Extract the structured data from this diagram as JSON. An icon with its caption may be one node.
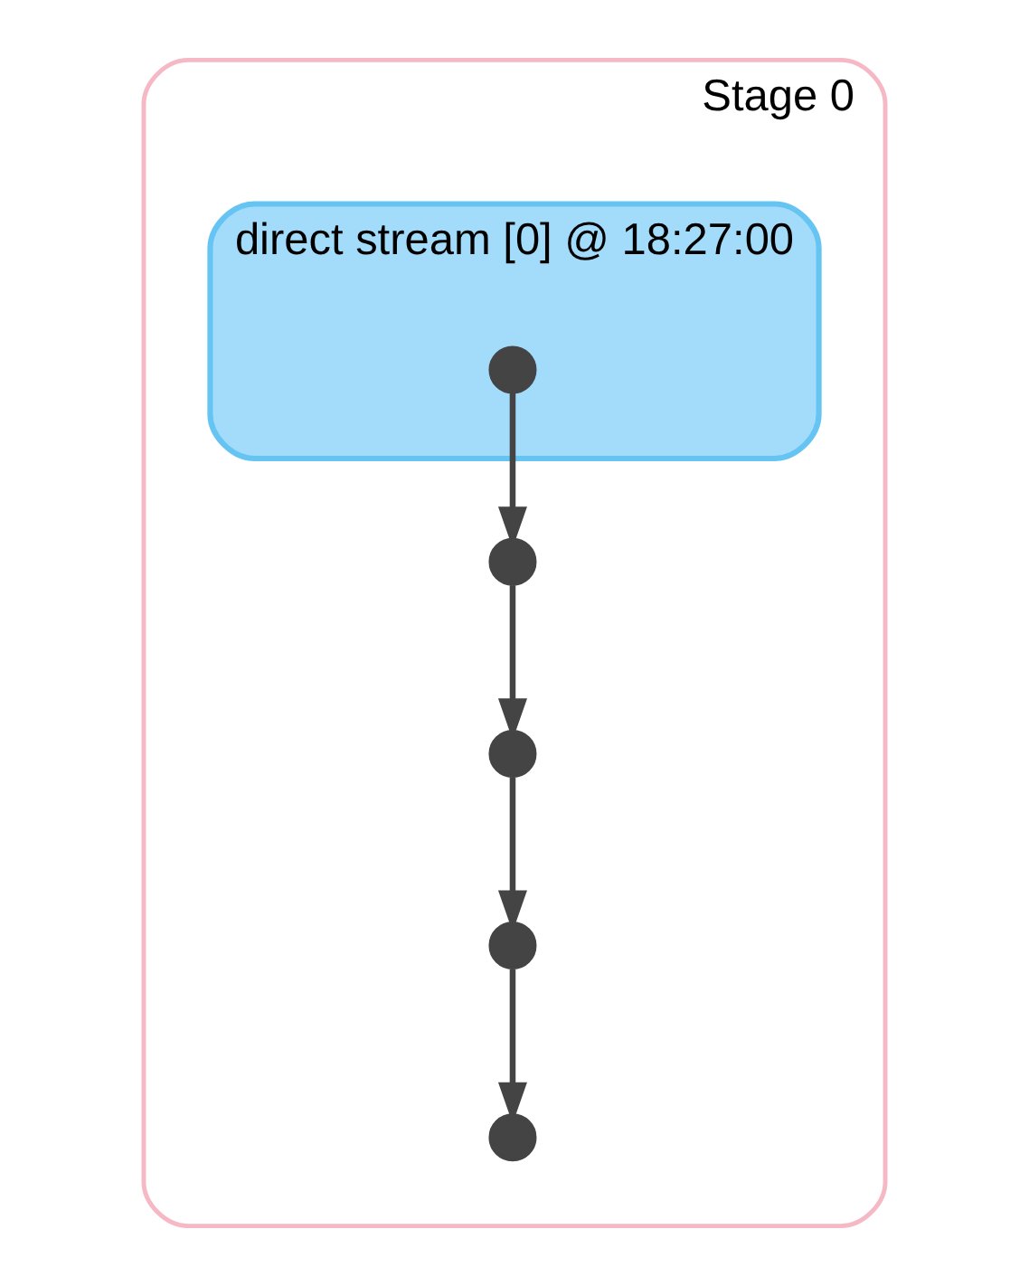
{
  "diagram": {
    "nodes": [
      {
        "text": [
          "Stage 0"
        ]
      },
      {
        "text": [
          "direct stream [0] @ 18:27:00"
        ],
        "in": 0
      },
      {
        "text": [],
        "shape": "circle",
        "in": 1
      },
      {
        "text": [],
        "shape": "circle",
        "in": 0
      },
      {
        "text": [],
        "shape": "circle",
        "in": 0
      },
      {
        "text": [],
        "shape": "circle",
        "in": 0
      },
      {
        "text": [],
        "shape": "circle",
        "in": 0
      }
    ],
    "edges": [
      {
        "from": 2,
        "to": 3,
        "arrow": "to"
      },
      {
        "from": 3,
        "to": 4,
        "arrow": "to"
      },
      {
        "from": 4,
        "to": 5,
        "arrow": "to"
      },
      {
        "from": 5,
        "to": 6,
        "arrow": "to"
      }
    ]
  }
}
